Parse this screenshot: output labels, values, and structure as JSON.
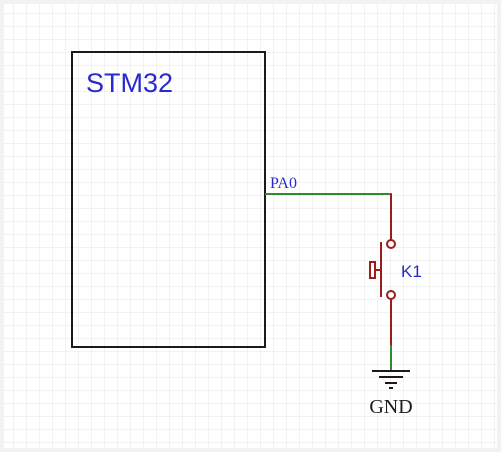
{
  "schematic": {
    "mcu_label": "STM32",
    "pin_label": "PA0",
    "switch_label": "K1",
    "ground_label": "GND"
  },
  "colors": {
    "background": "#ffffff",
    "grid": "#e6e6e6",
    "outline": "#1a1a1a",
    "mcu_text": "#2a2acc",
    "net_wire": "#2e8b2e",
    "component": "#9b1c1c"
  }
}
